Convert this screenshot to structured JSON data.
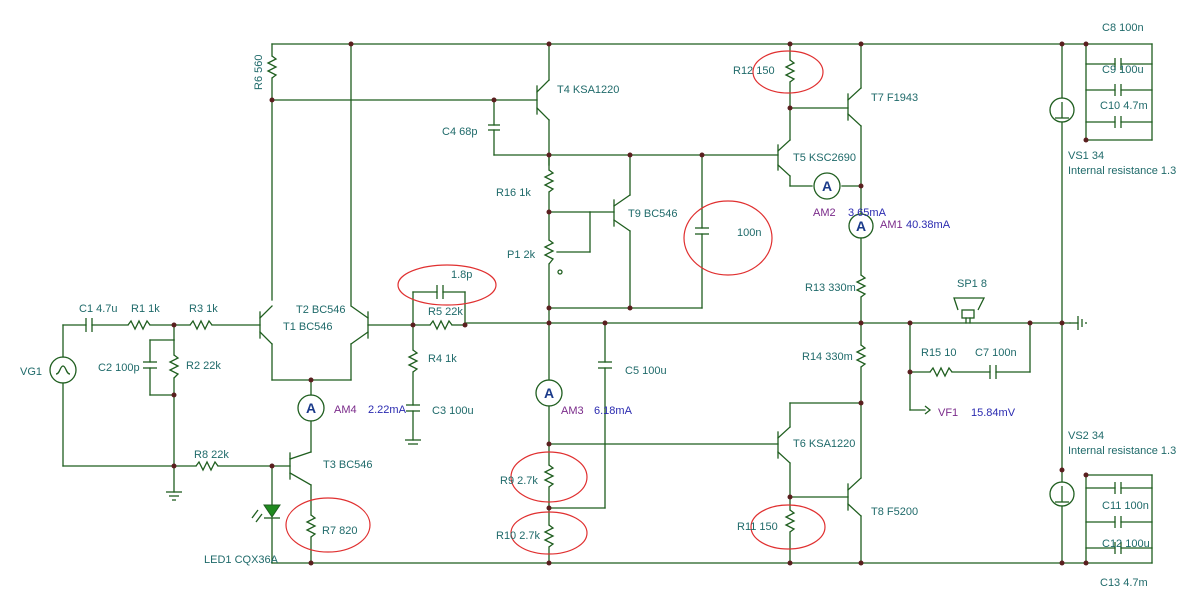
{
  "labels": {
    "R6": "R6 560",
    "T4": "T4 KSA1220",
    "R12": "R12 150",
    "T7": "T7 F1943",
    "C8": "C8 100n",
    "C9": "C9 100u",
    "C10": "C10 4.7m",
    "VS1": "VS1 34",
    "VS1res": "Internal resistance 1.3",
    "C4": "C4 68p",
    "T5": "T5 KSC2690",
    "AM2": "AM2",
    "AM2val": "3.65mA",
    "AM1": "AM1",
    "AM1val": "40.38mA",
    "R16": "R16 1k",
    "T9": "T9 BC546",
    "Cnote": "100n",
    "P1": "P1 2k",
    "C1": "C1 4.7u",
    "R1": "R1 1k",
    "R3": "R3 1k",
    "T2": "T2 BC546",
    "T1": "T1 BC546",
    "Cfb": "1.8p",
    "R5": "R5 22k",
    "R13": "R13 330m",
    "SP1": "SP1 8",
    "VG1": "VG1",
    "C2": "C2 100p",
    "R2": "R2 22k",
    "R4": "R4 1k",
    "C5": "C5 100u",
    "R14": "R14 330m",
    "R15": "R15 10",
    "C7": "C7 100n",
    "AM4": "AM4",
    "AM4val": "2.22mA",
    "C3": "C3 100u",
    "AM3": "AM3",
    "AM3val": "6.18mA",
    "VF1": "VF1",
    "VF1val": "15.84mV",
    "R8": "R8 22k",
    "T3": "T3 BC546",
    "T6": "T6 KSA1220",
    "VS2": "VS2 34",
    "VS2res": "Internal resistance 1.3",
    "R9": "R9 2.7k",
    "C11": "C11 100n",
    "R7": "R7 820",
    "T8": "T8 F5200",
    "C12": "C12 100u",
    "R10": "R10 2.7k",
    "R11": "R11 150",
    "LED1": "LED1 CQX36A",
    "C13": "C13 4.7m",
    "meterA": "A"
  }
}
